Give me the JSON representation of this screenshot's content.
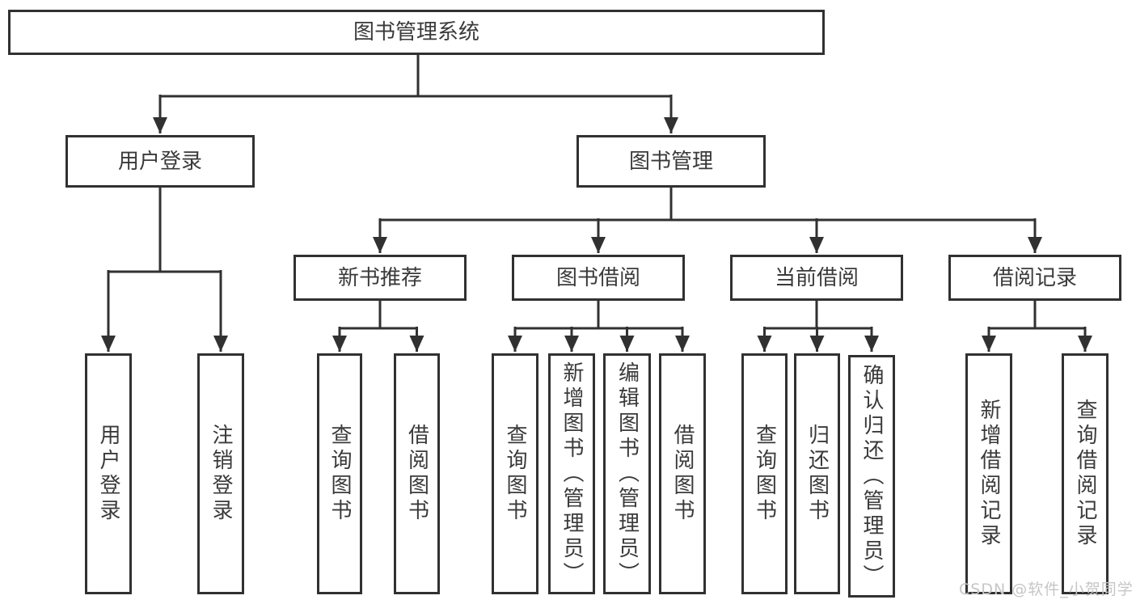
{
  "diagram": {
    "nodes": {
      "root": "图书管理系统",
      "user_login": "用户登录",
      "book_mgmt": "图书管理",
      "new_books": "新书推荐",
      "book_borrow": "图书借阅",
      "current_borrow": "当前借阅",
      "borrow_records": "借阅记录"
    },
    "leaves": {
      "user_login": [
        "用户登录",
        "注销登录"
      ],
      "new_books": [
        "查询图书",
        "借阅图书"
      ],
      "book_borrow": [
        "查询图书",
        "新增图书（管理员）",
        "编辑图书（管理员）",
        "借阅图书"
      ],
      "current_borrow": [
        "查询图书",
        "归还图书",
        "确认归还（管理员）"
      ],
      "borrow_records": [
        "新增借阅记录",
        "查询借阅记录"
      ]
    },
    "colors": {
      "line": "#313131",
      "text": "#3a3a3a",
      "background": "#ffffff",
      "watermark": "#c6c6c6"
    }
  },
  "watermark": {
    "text": "CSDN @软件_小贺同学"
  }
}
